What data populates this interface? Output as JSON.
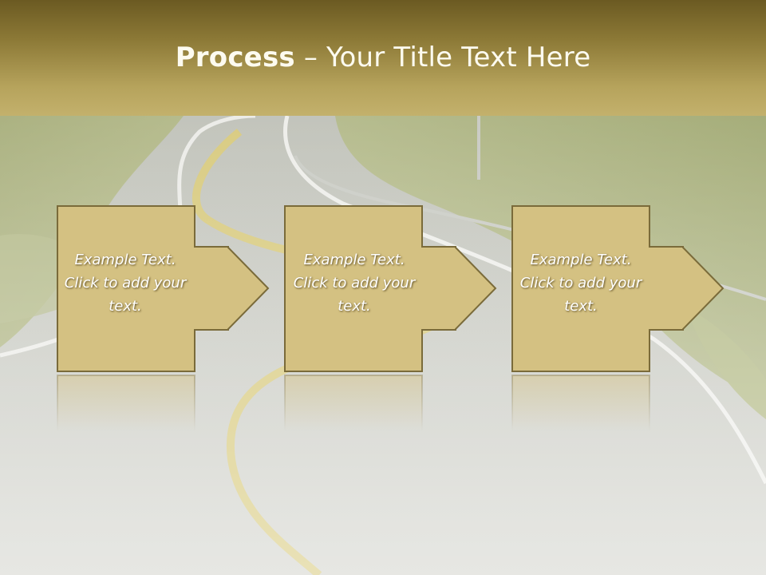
{
  "slide": {
    "title_bold": "Process",
    "title_rest": " – Your Title Text Here"
  },
  "steps": [
    {
      "text": "Example Text. Click  to add your text."
    },
    {
      "text": "Example Text. Click  to add your text."
    },
    {
      "text": "Example Text. Click  to add your text."
    }
  ],
  "colors": {
    "box_fill": "#d4c182",
    "box_border": "#7a6b3a",
    "title_text": "#fdfbf0",
    "step_text": "#ffffff"
  }
}
